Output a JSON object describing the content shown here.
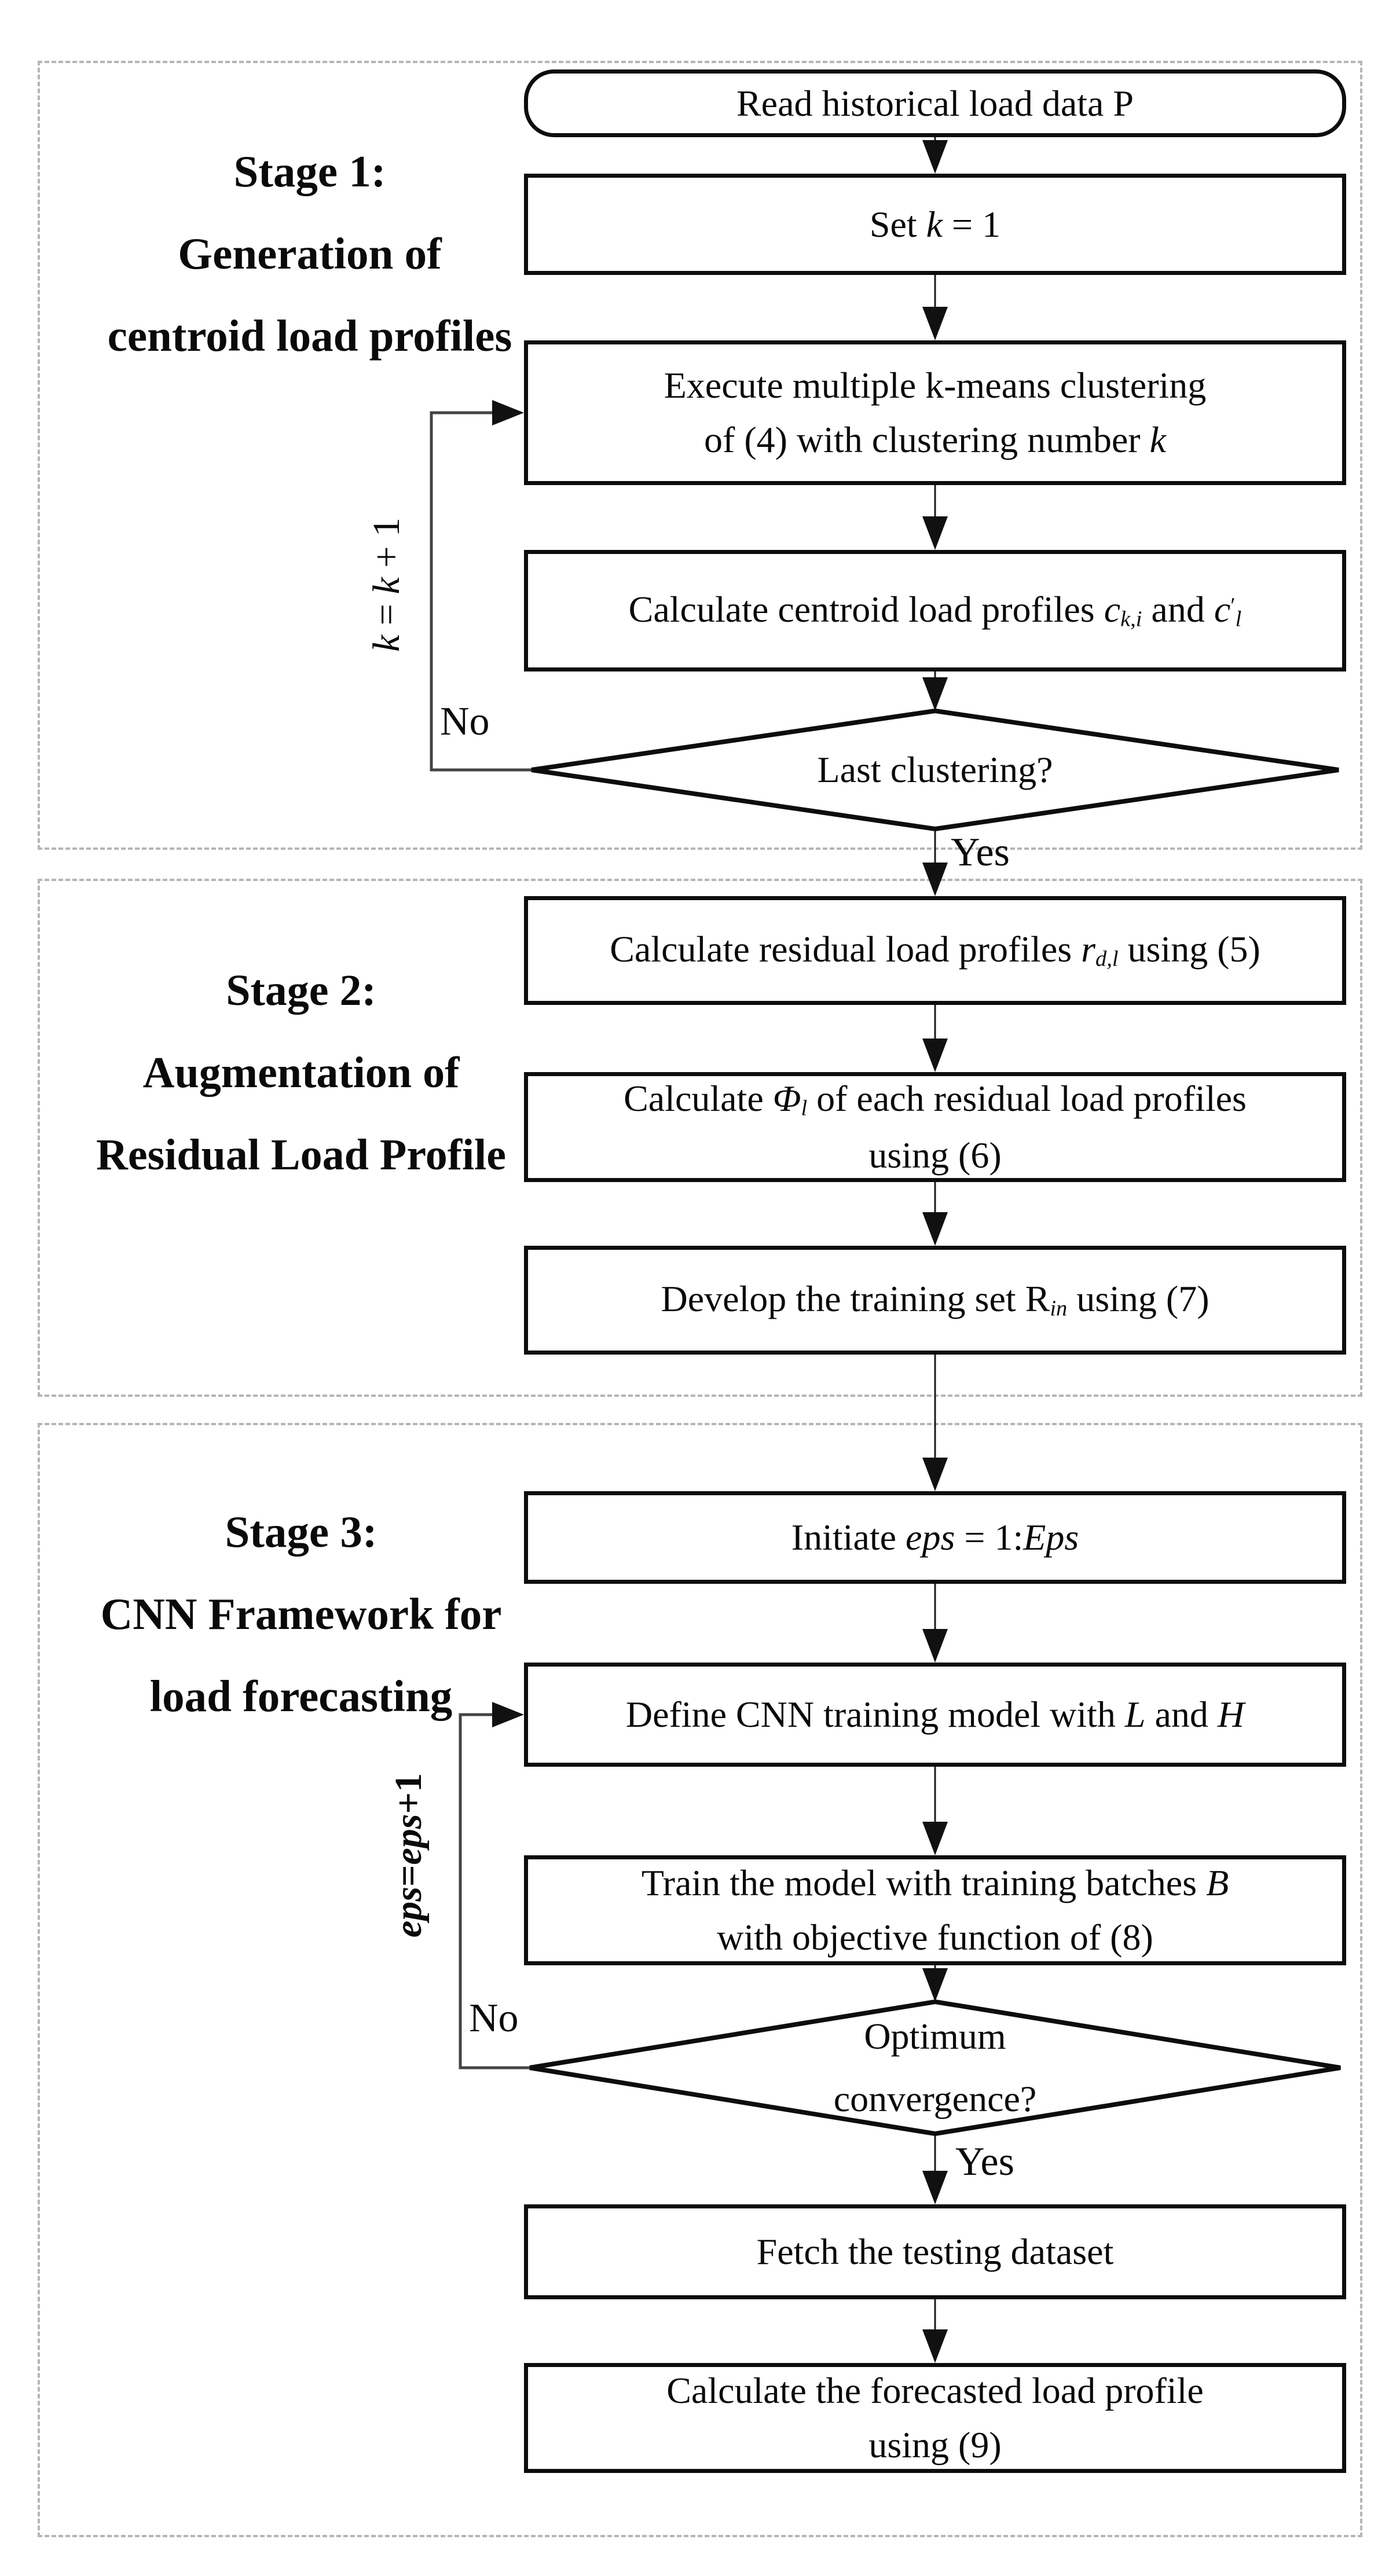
{
  "colors": {
    "box_border": "#0d0d0d",
    "dashed_border": "#b5b5b5",
    "arrow": "#1a1a1a",
    "loop_line": "#444444",
    "text": "#0a0a0a",
    "background": "#ffffff"
  },
  "stages": [
    {
      "label_lines": [
        "Stage 1:",
        "Generation of",
        "centroid load profiles"
      ]
    },
    {
      "label_lines": [
        "Stage 2:",
        "Augmentation of",
        "Residual Load Profile"
      ]
    },
    {
      "label_lines": [
        "Stage 3:",
        "CNN Framework for",
        "load forecasting"
      ]
    }
  ],
  "nodes": {
    "read_data": {
      "type": "terminal",
      "lines": [
        [
          {
            "t": "Read historical load data P"
          }
        ]
      ]
    },
    "set_k": {
      "type": "process",
      "lines": [
        [
          {
            "t": "Set "
          },
          {
            "t": "k",
            "i": true
          },
          {
            "t": " = 1"
          }
        ]
      ]
    },
    "kmeans": {
      "type": "process",
      "lines": [
        [
          {
            "t": "Execute multiple k-means clustering"
          }
        ],
        [
          {
            "t": "of (4) with clustering number "
          },
          {
            "t": "k",
            "i": true
          }
        ]
      ]
    },
    "centroid": {
      "type": "process",
      "lines": [
        [
          {
            "t": "Calculate centroid load profiles "
          },
          {
            "t": "c",
            "i": true
          },
          {
            "t": "k,i",
            "i": true,
            "sub": true
          },
          {
            "t": " and "
          },
          {
            "t": "c",
            "i": true
          },
          {
            "t": "′",
            "sup": true
          },
          {
            "t": "l",
            "i": true,
            "sub": true
          }
        ]
      ]
    },
    "last_clustering": {
      "type": "decision",
      "lines": [
        [
          {
            "t": "Last clustering?"
          }
        ]
      ]
    },
    "residual": {
      "type": "process",
      "lines": [
        [
          {
            "t": "Calculate residual load profiles "
          },
          {
            "t": "r",
            "i": true
          },
          {
            "t": "d,l",
            "i": true,
            "sub": true
          },
          {
            "t": " using (5)"
          }
        ]
      ]
    },
    "phi": {
      "type": "process",
      "lines": [
        [
          {
            "t": "Calculate "
          },
          {
            "t": "Φ",
            "i": true
          },
          {
            "t": "l",
            "i": true,
            "sub": true
          },
          {
            "t": " of each residual load profiles"
          }
        ],
        [
          {
            "t": "using (6)"
          }
        ]
      ]
    },
    "training_set": {
      "type": "process",
      "lines": [
        [
          {
            "t": "Develop the training set R"
          },
          {
            "t": "in",
            "i": true,
            "sub": true
          },
          {
            "t": " using (7)"
          }
        ]
      ]
    },
    "initiate": {
      "type": "process",
      "lines": [
        [
          {
            "t": "Initiate "
          },
          {
            "t": "eps",
            "i": true
          },
          {
            "t": " = 1:"
          },
          {
            "t": "Eps",
            "i": true
          }
        ]
      ]
    },
    "define_cnn": {
      "type": "process",
      "lines": [
        [
          {
            "t": "Define CNN training model with "
          },
          {
            "t": "L",
            "i": true
          },
          {
            "t": " and "
          },
          {
            "t": "H",
            "i": true
          }
        ]
      ]
    },
    "train_model": {
      "type": "process",
      "lines": [
        [
          {
            "t": "Train the model with training batches "
          },
          {
            "t": "B",
            "i": true
          }
        ],
        [
          {
            "t": "with objective function of (8)"
          }
        ]
      ]
    },
    "optimum": {
      "type": "decision",
      "lines": [
        [
          {
            "t": "Optimum"
          }
        ],
        [
          {
            "t": "convergence?"
          }
        ]
      ]
    },
    "fetch": {
      "type": "process",
      "lines": [
        [
          {
            "t": "Fetch the testing dataset"
          }
        ]
      ]
    },
    "forecast": {
      "type": "process",
      "lines": [
        [
          {
            "t": "Calculate the forecasted load profile"
          }
        ],
        [
          {
            "t": "using (9)"
          }
        ]
      ]
    }
  },
  "edges": {
    "yes1": "Yes",
    "no1": "No",
    "yes2": "Yes",
    "no2": "No"
  },
  "loops": {
    "k_update": [
      {
        "t": "k",
        "i": true
      },
      {
        "t": " = "
      },
      {
        "t": "k",
        "i": true
      },
      {
        "t": " + 1"
      }
    ],
    "eps_update": [
      {
        "t": "eps",
        "i": true,
        "b": true
      },
      {
        "t": "=",
        "b": true
      },
      {
        "t": "eps",
        "i": true,
        "b": true
      },
      {
        "t": "+1",
        "b": true
      }
    ]
  }
}
